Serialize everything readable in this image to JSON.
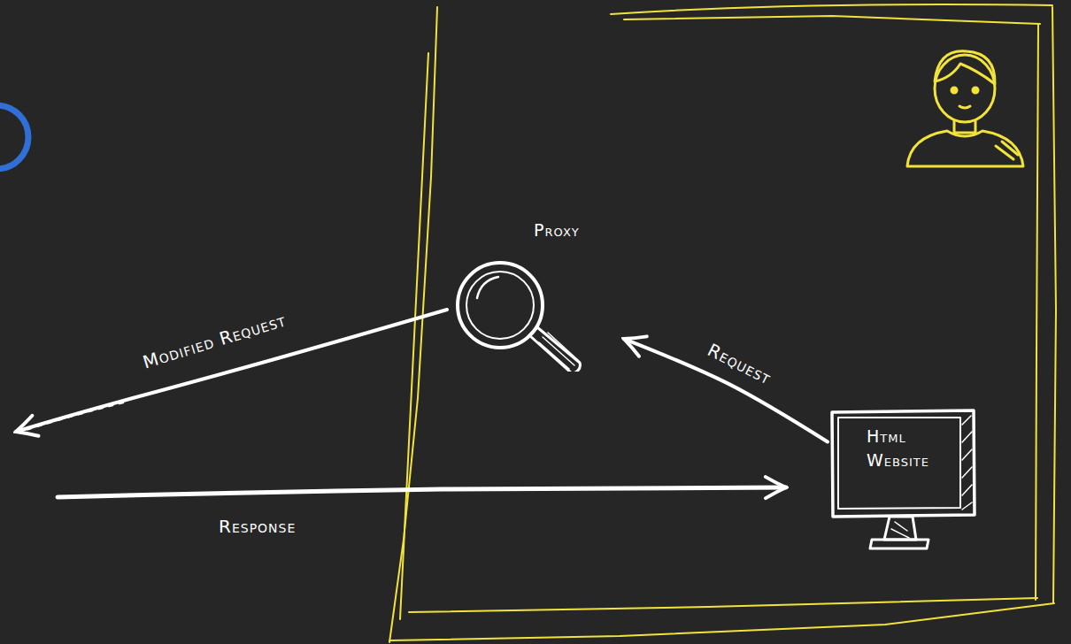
{
  "diagram": {
    "nodes": [
      {
        "text": [
          "Proxy"
        ]
      },
      {
        "text": [
          "Html Website"
        ]
      }
    ],
    "edges": [
      {
        "from": 1,
        "to": 0,
        "label": "Request",
        "arrow": "to"
      }
    ],
    "labels": [
      "Modified Request",
      "Response"
    ]
  }
}
